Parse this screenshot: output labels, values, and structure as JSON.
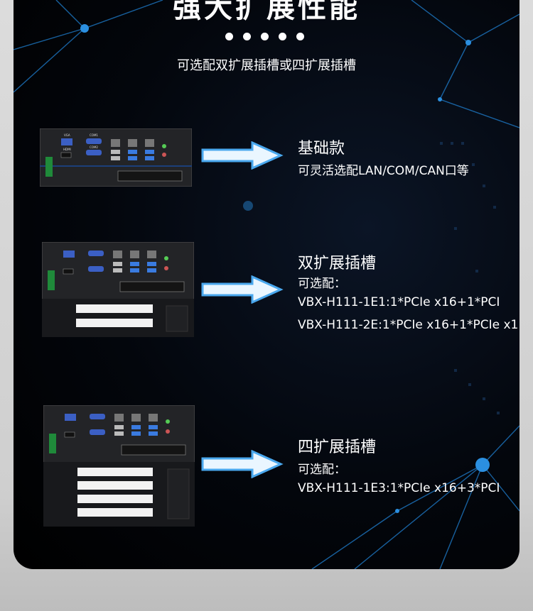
{
  "header": {
    "title": "强大扩展性能",
    "subtitle": "可选配双扩展插槽或四扩展插槽"
  },
  "options": [
    {
      "heading": "基础款",
      "lines": [
        "可灵活选配LAN/COM/CAN口等"
      ]
    },
    {
      "heading": "双扩展插槽",
      "lines": [
        "可选配：",
        "VBX-H111-1E1:1*PCIe x16+1*PCI",
        "VBX-H111-2E:1*PCIe x16+1*PCIe x1"
      ]
    },
    {
      "heading": "四扩展插槽",
      "lines": [
        "可选配：",
        "VBX-H111-1E3:1*PCIe x16+3*PCI"
      ]
    }
  ],
  "device_labels": {
    "vga": "VGA",
    "hdmi": "HDMI",
    "com1": "COM1",
    "com2": "COM2"
  },
  "colors": {
    "panel_bg": "#000000",
    "accent_blue": "#3fa6ee",
    "arrow": "#5ab4f0",
    "page_bg": "#d4d4d4"
  },
  "icons": [
    "arrow-right-icon"
  ]
}
